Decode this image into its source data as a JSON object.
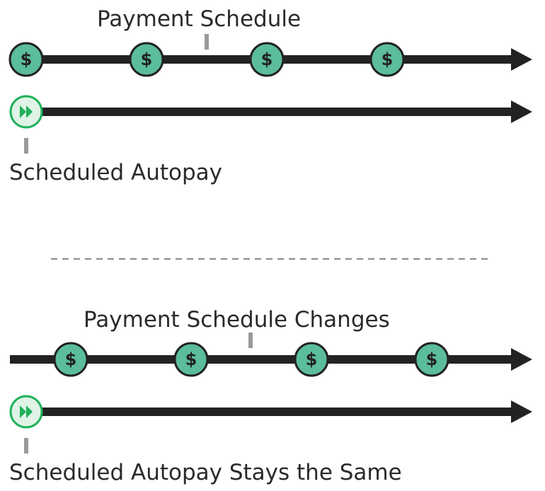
{
  "colors": {
    "line": "#222222",
    "coin_fill": "#5bbd9c",
    "coin_stroke": "#222222",
    "autopay_fill": "#dff3e6",
    "autopay_stroke": "#20b15a",
    "autopay_glyph": "#20b15a",
    "tick": "#9a9a9a",
    "separator": "#8a8a8a",
    "text": "#2a2a2a"
  },
  "icons": {
    "payment": "dollar-coin-icon",
    "autopay": "fast-forward-icon"
  },
  "labels": {
    "payment_schedule": "Payment Schedule",
    "scheduled_autopay": "Scheduled Autopay",
    "payment_schedule_changes": "Payment Schedule Changes",
    "scheduled_autopay_stays": "Scheduled Autopay Stays the Same"
  },
  "coin_symbol": "$",
  "sections": [
    {
      "name": "original",
      "payment_count": 4,
      "autopay_count": 1
    },
    {
      "name": "changed",
      "payment_count": 4,
      "autopay_count": 1
    }
  ]
}
